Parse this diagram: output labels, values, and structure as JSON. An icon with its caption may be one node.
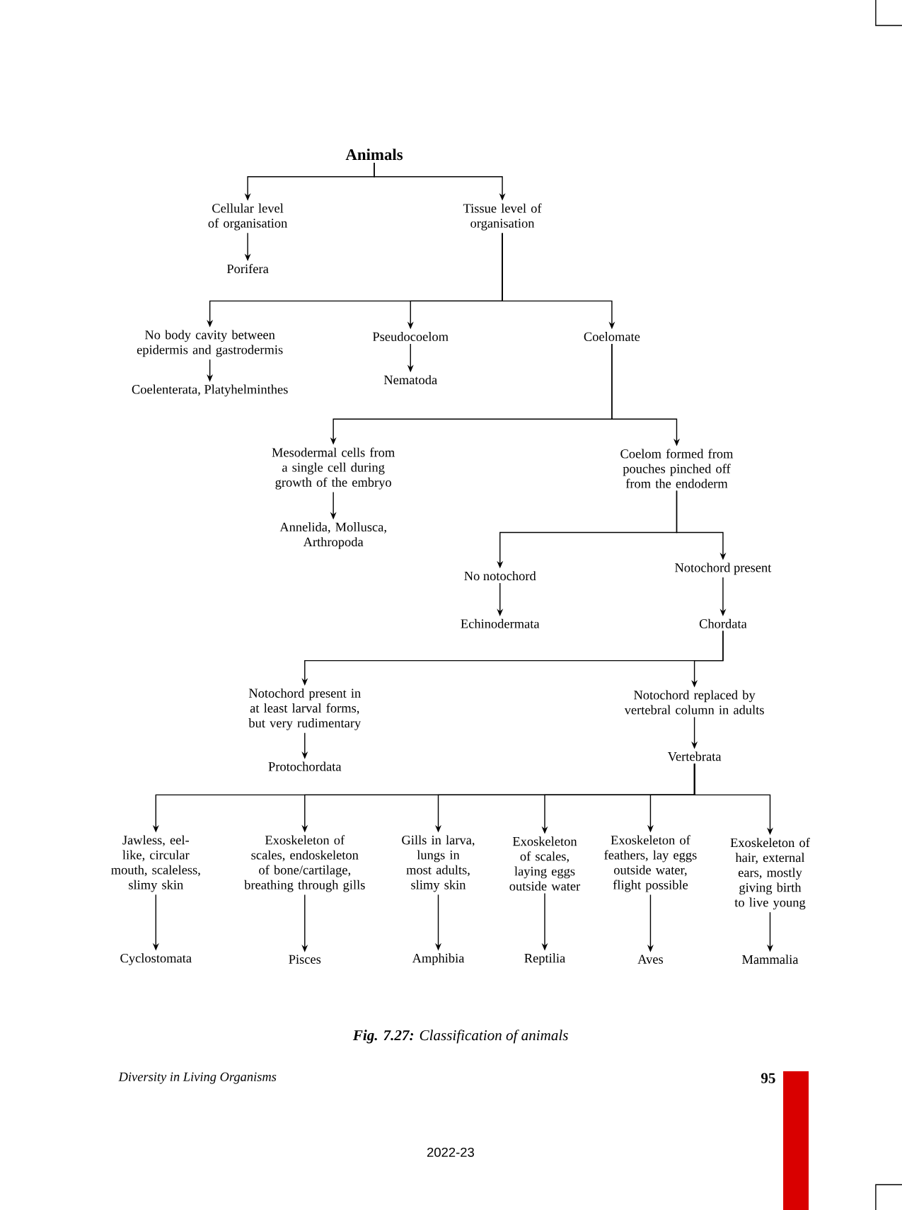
{
  "diagram": {
    "caption": "**Fig. 7.27:** Classification of animals",
    "nodes": [
      {
        "text": [
          "Animals"
        ]
      },
      {
        "text": [
          "Cellular level of organisation"
        ]
      },
      {
        "text": [
          "Tissue level of organisation"
        ]
      },
      {
        "text": [
          "Porifera"
        ]
      },
      {
        "text": [
          "No body cavity between epidermis and gastrodermis"
        ]
      },
      {
        "text": [
          "Pseudocoelom"
        ]
      },
      {
        "text": [
          "Coelomate"
        ]
      },
      {
        "text": [
          "Coelenterata, Platyhelminthes"
        ]
      },
      {
        "text": [
          "Nematoda"
        ]
      },
      {
        "text": [
          "Mesodermal cells from a single cell during growth of the embryo"
        ]
      },
      {
        "text": [
          "Coelom formed from pouches pinched off from the endoderm"
        ]
      },
      {
        "text": [
          "Annelida, Mollusca, Arthropoda"
        ]
      },
      {
        "text": [
          "No notochord"
        ]
      },
      {
        "text": [
          "Notochord present"
        ]
      },
      {
        "text": [
          "Echinodermata"
        ]
      },
      {
        "text": [
          "Chordata"
        ]
      },
      {
        "text": [
          "Notochord present in at least larval forms, but very rudimentary"
        ]
      },
      {
        "text": [
          "Notochord replaced by vertebral column in adults"
        ]
      },
      {
        "text": [
          "Protochordata"
        ]
      },
      {
        "text": [
          "Vertebrata"
        ]
      },
      {
        "text": [
          "Jawless, eel-like, circular mouth, scaleless, slimy skin"
        ]
      },
      {
        "text": [
          "Exoskeleton of scales, endoskeleton of bone/cartilage, breathing through gills"
        ]
      },
      {
        "text": [
          "Gills in larva, lungs in most adults, slimy skin"
        ]
      },
      {
        "text": [
          "Exoskeleton of scales, laying eggs outside water"
        ]
      },
      {
        "text": [
          "Exoskeleton of feathers, lay eggs outside water, flight possible"
        ]
      },
      {
        "text": [
          "Exoskeleton of hair, external ears, mostly giving birth to live young"
        ]
      },
      {
        "text": [
          "Cyclostomata"
        ]
      },
      {
        "text": [
          "Pisces"
        ]
      },
      {
        "text": [
          "Amphibia"
        ]
      },
      {
        "text": [
          "Reptilia"
        ]
      },
      {
        "text": [
          "Aves"
        ]
      },
      {
        "text": [
          "Mammalia"
        ]
      }
    ],
    "edges": [
      {
        "from": 0,
        "to": 1,
        "arrow": "to"
      },
      {
        "from": 0,
        "to": 2,
        "arrow": "to"
      },
      {
        "from": 1,
        "to": 3,
        "arrow": "to"
      },
      {
        "from": 2,
        "to": 4,
        "arrow": "to"
      },
      {
        "from": 2,
        "to": 5,
        "arrow": "to"
      },
      {
        "from": 2,
        "to": 6,
        "arrow": "to"
      },
      {
        "from": 4,
        "to": 7,
        "arrow": "to"
      },
      {
        "from": 5,
        "to": 8,
        "arrow": "to"
      },
      {
        "from": 6,
        "to": 9,
        "arrow": "to"
      },
      {
        "from": 6,
        "to": 10,
        "arrow": "to"
      },
      {
        "from": 9,
        "to": 11,
        "arrow": "to"
      },
      {
        "from": 10,
        "to": 12,
        "arrow": "to"
      },
      {
        "from": 10,
        "to": 13,
        "arrow": "to"
      },
      {
        "from": 12,
        "to": 14,
        "arrow": "to"
      },
      {
        "from": 13,
        "to": 15,
        "arrow": "to"
      },
      {
        "from": 15,
        "to": 16,
        "arrow": "to"
      },
      {
        "from": 15,
        "to": 17,
        "arrow": "to"
      },
      {
        "from": 16,
        "to": 18,
        "arrow": "to"
      },
      {
        "from": 17,
        "to": 19,
        "arrow": "to"
      },
      {
        "from": 19,
        "to": 20,
        "arrow": "to"
      },
      {
        "from": 19,
        "to": 21,
        "arrow": "to"
      },
      {
        "from": 19,
        "to": 22,
        "arrow": "to"
      },
      {
        "from": 19,
        "to": 23,
        "arrow": "to"
      },
      {
        "from": 19,
        "to": 24,
        "arrow": "to"
      },
      {
        "from": 19,
        "to": 25,
        "arrow": "to"
      },
      {
        "from": 20,
        "to": 26,
        "arrow": "to"
      },
      {
        "from": 21,
        "to": 27,
        "arrow": "to"
      },
      {
        "from": 22,
        "to": 28,
        "arrow": "to"
      },
      {
        "from": 23,
        "to": 29,
        "arrow": "to"
      },
      {
        "from": 24,
        "to": 30,
        "arrow": "to"
      },
      {
        "from": 25,
        "to": 31,
        "arrow": "to"
      }
    ],
    "labels": [
      "Diversity in Living Organisms",
      "95",
      "2022-23"
    ]
  }
}
